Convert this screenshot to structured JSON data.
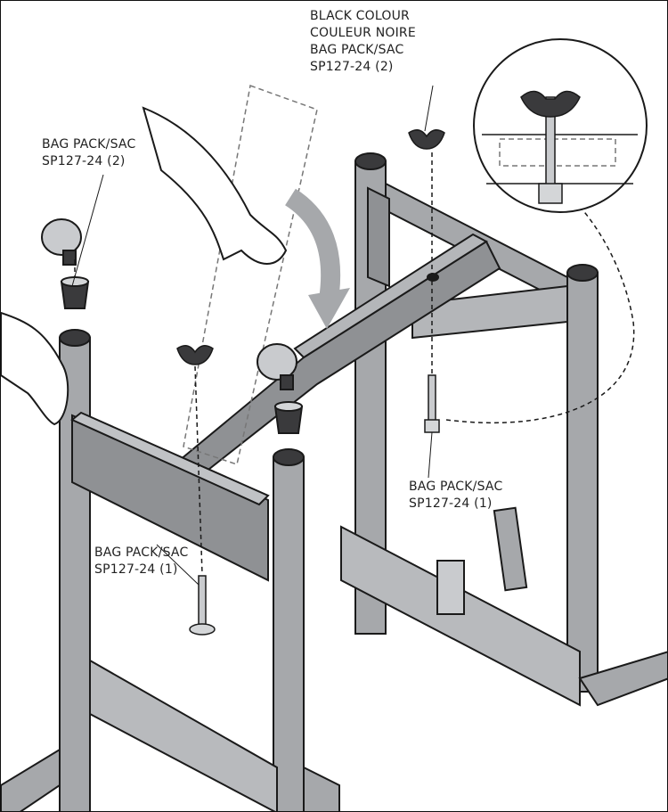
{
  "callouts": {
    "top_center": {
      "lines": [
        "BLACK COLOUR",
        "COULEUR NOIRE",
        "BAG PACK/SAC",
        "SP127-24 (2)"
      ]
    },
    "top_left": {
      "lines": [
        "BAG PACK/SAC",
        "SP127-24 (2)"
      ]
    },
    "bottom_left": {
      "lines": [
        "BAG PACK/SAC",
        "SP127-24 (1)"
      ]
    },
    "right_middle": {
      "lines": [
        "BAG PACK/SAC",
        "SP127-24 (1)"
      ]
    }
  },
  "colors": {
    "frame_gray": "#a6a8ab",
    "frame_dark": "#6e7073",
    "outline": "#1a1a1a",
    "wing_nut": "#3a3a3c",
    "background": "#ffffff"
  }
}
